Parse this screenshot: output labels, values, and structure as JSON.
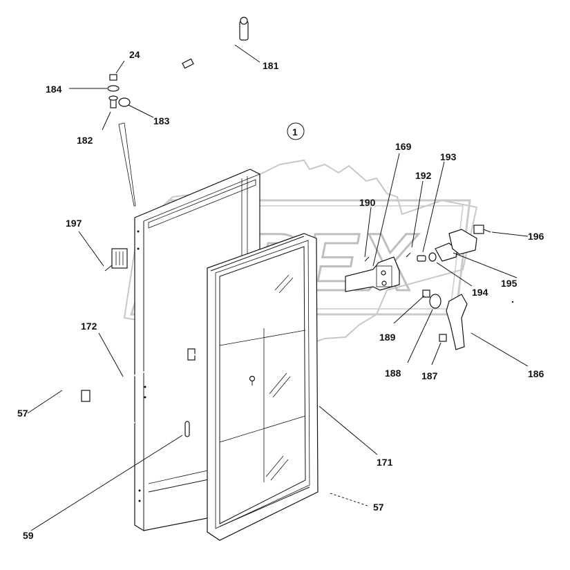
{
  "diagram": {
    "circle_marker": "1",
    "watermark": "OPEX",
    "labels": {
      "p24": "24",
      "p181": "181",
      "p184": "184",
      "p183": "183",
      "p182": "182",
      "p169": "169",
      "p193": "193",
      "p192": "192",
      "p190": "190",
      "p196": "196",
      "p197": "197",
      "p195": "195",
      "p194": "194",
      "p189": "189",
      "p188": "188",
      "p187": "187",
      "p186": "186",
      "p172": "172",
      "p57a": "57",
      "p171": "171",
      "p57b": "57",
      "p59": "59"
    }
  }
}
